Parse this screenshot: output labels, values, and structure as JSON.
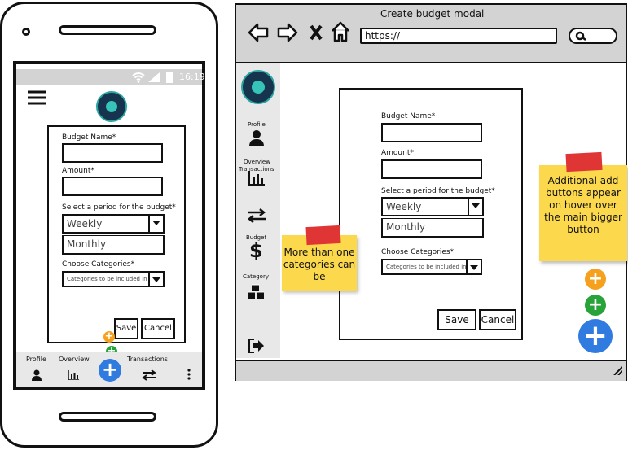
{
  "phone": {
    "status_time": "16:19",
    "form": {
      "budget_name_label": "Budget Name*",
      "amount_label": "Amount*",
      "period_label": "Select a period for the budget*",
      "period_selected": "Weekly",
      "period_option": "Monthly",
      "categories_label": "Choose Categories*",
      "categories_placeholder": "Categories to be included in",
      "save": "Save",
      "cancel": "Cancel"
    },
    "nav": {
      "profile": "Profile",
      "overview": "Overview",
      "transactions": "Transactions"
    }
  },
  "browser": {
    "title": "Create budget modal",
    "url": "https://",
    "sidebar": {
      "profile": "Profile",
      "overview": "Overview",
      "transactions": "Transactions",
      "budget": "Budget",
      "category": "Category"
    },
    "form": {
      "budget_name_label": "Budget Name*",
      "amount_label": "Amount*",
      "period_label": "Select a period for the budget*",
      "period_selected": "Weekly",
      "period_option": "Monthly",
      "categories_label": "Choose Categories*",
      "categories_placeholder": "Categories to be included in",
      "save": "Save",
      "cancel": "Cancel"
    }
  },
  "notes": {
    "categories_note": "More than one categories can be",
    "buttons_note": "Additional add buttons appear on hover over the main bigger button"
  },
  "colors": {
    "accent_blue": "#2f7be0",
    "accent_green": "#27a33a",
    "accent_orange": "#f5a11e",
    "sticky_yellow": "#fcd94c",
    "tape_red": "#e03535"
  },
  "icons": [
    "wifi-icon",
    "signal-icon",
    "battery-icon",
    "menu-icon",
    "back-icon",
    "forward-icon",
    "close-icon",
    "home-icon",
    "search-icon",
    "person-icon",
    "bar-chart-icon",
    "transfer-icon",
    "dollar-icon",
    "cubes-icon",
    "logout-icon",
    "more-icon",
    "plus-icon",
    "resize-icon"
  ]
}
